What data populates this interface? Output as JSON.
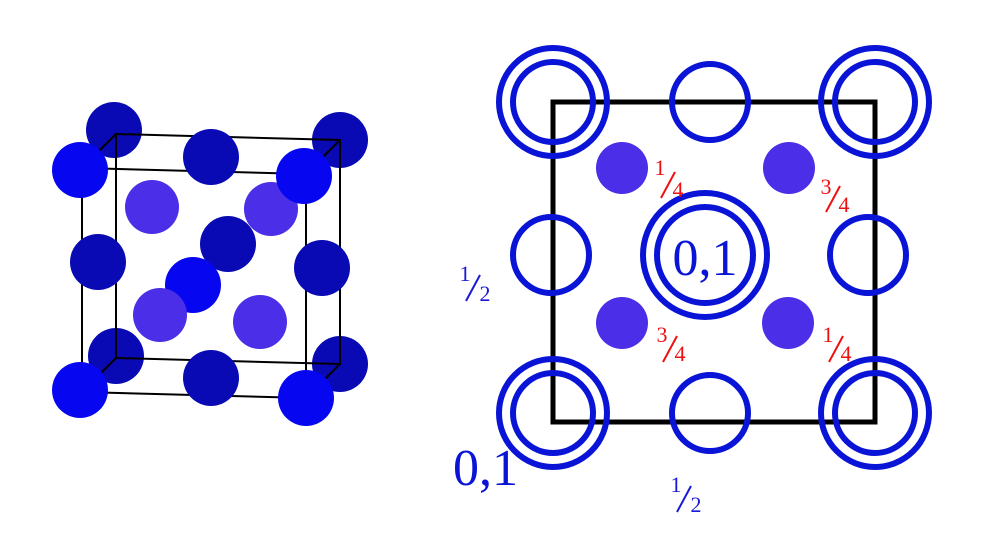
{
  "colors": {
    "atom_dark": "#0a0ab4",
    "atom_bright": "#0606f0",
    "atom_violet": "#4a2ee8",
    "ring": "#0a14d6",
    "frac_red": "#ee1010",
    "frac_blue": "#1a1ad6",
    "outline": "#000000"
  },
  "labels": {
    "center_height": "0,1",
    "corner_height": "0,1",
    "half": {
      "num": "1",
      "den": "2"
    },
    "quarter": {
      "num": "1",
      "den": "4"
    },
    "three_quarter": {
      "num": "3",
      "den": "4"
    }
  }
}
